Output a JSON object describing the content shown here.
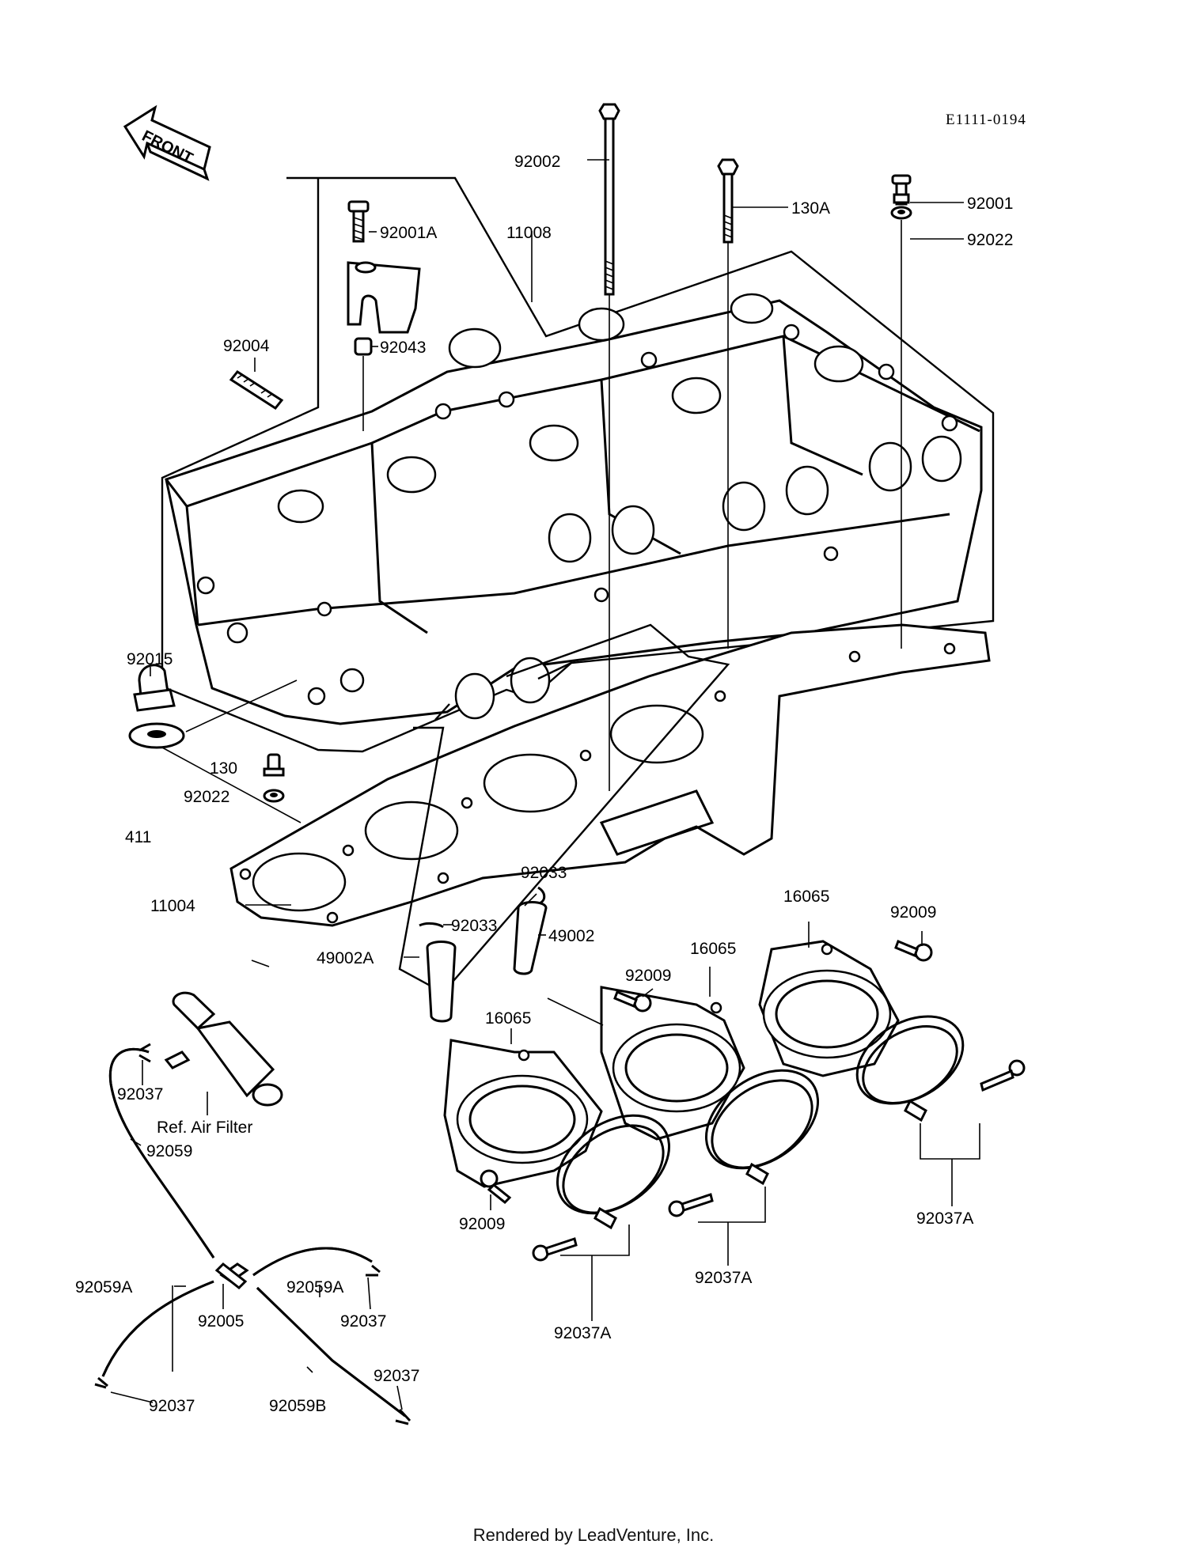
{
  "diagram_code": "E1111-0194",
  "footer": "Rendered by LeadVenture, Inc.",
  "front_arrow": {
    "label": "FRONT",
    "icon": "front-arrow-icon"
  },
  "callouts": [
    {
      "id": "c1",
      "text": "92002"
    },
    {
      "id": "c2",
      "text": "130A"
    },
    {
      "id": "c3",
      "text": "92001"
    },
    {
      "id": "c4",
      "text": "92022"
    },
    {
      "id": "c5",
      "text": "92001A"
    },
    {
      "id": "c6",
      "text": "11008"
    },
    {
      "id": "c7",
      "text": "92004"
    },
    {
      "id": "c8",
      "text": "92043"
    },
    {
      "id": "c9",
      "text": "92015"
    },
    {
      "id": "c10",
      "text": "130"
    },
    {
      "id": "c11",
      "text": "92022"
    },
    {
      "id": "c12",
      "text": "411"
    },
    {
      "id": "c13",
      "text": "11004"
    },
    {
      "id": "c14",
      "text": "92033"
    },
    {
      "id": "c15",
      "text": "92033"
    },
    {
      "id": "c16",
      "text": "49002"
    },
    {
      "id": "c17",
      "text": "49002A"
    },
    {
      "id": "c18",
      "text": "16065"
    },
    {
      "id": "c19",
      "text": "92009"
    },
    {
      "id": "c20",
      "text": "16065"
    },
    {
      "id": "c21",
      "text": "92009"
    },
    {
      "id": "c22",
      "text": "16065"
    },
    {
      "id": "c23",
      "text": "92037"
    },
    {
      "id": "c24",
      "text": "Ref. Air Filter"
    },
    {
      "id": "c25",
      "text": "92059"
    },
    {
      "id": "c26",
      "text": "92009"
    },
    {
      "id": "c27",
      "text": "92037A"
    },
    {
      "id": "c28",
      "text": "92037A"
    },
    {
      "id": "c29",
      "text": "92037A"
    },
    {
      "id": "c30",
      "text": "92059A"
    },
    {
      "id": "c31",
      "text": "92059A"
    },
    {
      "id": "c32",
      "text": "92005"
    },
    {
      "id": "c33",
      "text": "92037"
    },
    {
      "id": "c34",
      "text": "92037"
    },
    {
      "id": "c35",
      "text": "92059B"
    },
    {
      "id": "c36",
      "text": "92037"
    }
  ]
}
